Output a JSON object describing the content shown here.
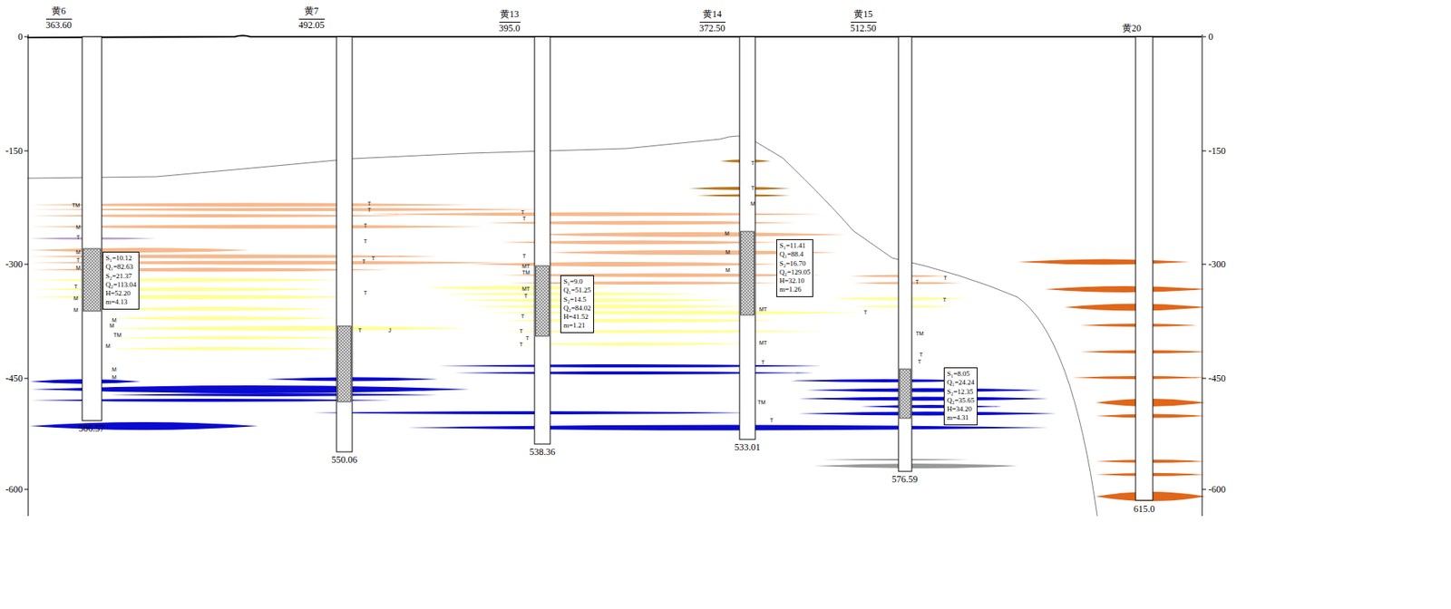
{
  "diagram": {
    "nodes": [
      {
        "text": [
          "S₁=10.12",
          "Q₁=82.63",
          "S₂=21.37",
          "Q₂=113.04",
          "H=52.20",
          "m=4.13"
        ]
      },
      {
        "text": [
          "S₁=9.0",
          "Q₁=51.25",
          "S₂=14.5",
          "Q₂=84.02",
          "H=41.52",
          "m=1.21"
        ]
      },
      {
        "text": [
          "S₁=11.41",
          "Q₁=88.4",
          "S₂=16.70",
          "Q₂=129.05",
          "H=32.10",
          "m=1.26"
        ]
      },
      {
        "text": [
          "S₁=8.05",
          "Q₁=24.24",
          "S₂=12.35",
          "Q₂=35.65",
          "H=34.20",
          "m=4.31"
        ]
      }
    ],
    "labels": [
      "黄6",
      "黄7",
      "黄13",
      "黄14",
      "黄15",
      "黄20",
      "363.60",
      "492.05",
      "395.0",
      "372.50",
      "512.50",
      "506.57",
      "550.06",
      "538.36",
      "533.01",
      "576.59",
      "615.0",
      "0",
      "-150",
      "-300",
      "-450",
      "-600",
      "0",
      "-150",
      "-300",
      "-450",
      "-600",
      "TM",
      "M",
      "T",
      "M",
      "T",
      "M",
      "T",
      "M",
      "M",
      "M",
      "M",
      "TM",
      "M",
      "M",
      "M",
      "T",
      "T",
      "T",
      "T",
      "T",
      "T",
      "T",
      "T",
      "J",
      "T",
      "T",
      "T",
      "MT",
      "TM",
      "MT",
      "T",
      "T",
      "T",
      "T",
      "T",
      "T",
      "T",
      "M",
      "M",
      "M",
      "M",
      "MT",
      "MT",
      "T",
      "T",
      "TM",
      "T",
      "T",
      "T",
      "T",
      "TM",
      "T",
      "T"
    ]
  }
}
